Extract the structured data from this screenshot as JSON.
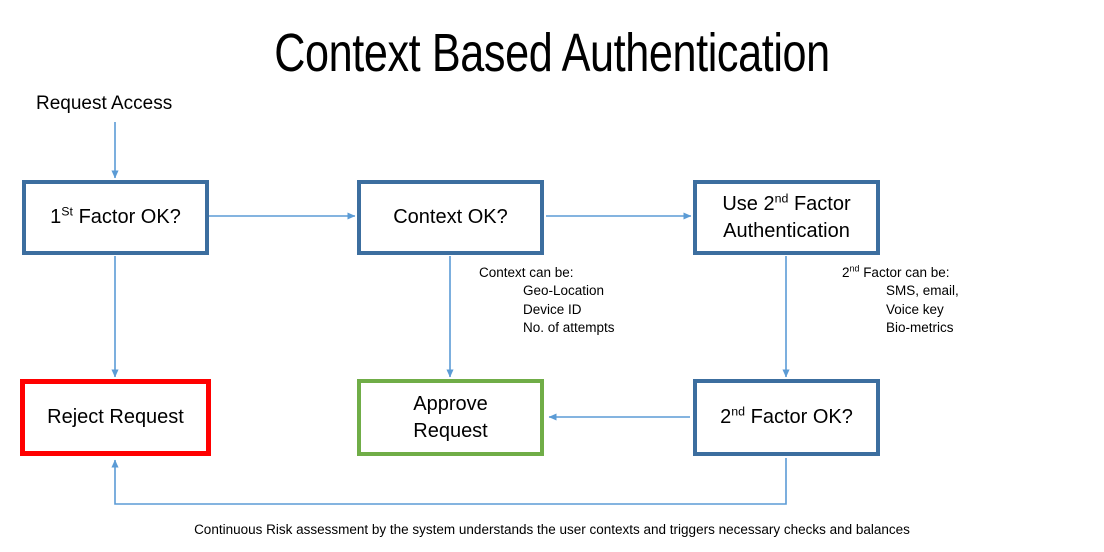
{
  "page": {
    "title": "Context Based Authentication",
    "entry_label": "Request Access",
    "caption": "Continuous Risk assessment by the system understands the user contexts and triggers necessary checks and balances",
    "bg_color": "#FFFFFF"
  },
  "colors": {
    "box_blue": "#3C6E9F",
    "box_red": "#FF0000",
    "box_green": "#70AD47",
    "arrow_blue": "#5B9BD5",
    "text": "#000000"
  },
  "nodes": [
    {
      "id": "first-factor",
      "label_html": "1<sup>St</sup> Factor OK?",
      "label_plain": "1St Factor OK?",
      "style": "blue"
    },
    {
      "id": "context-ok",
      "label_html": "Context OK?",
      "label_plain": "Context OK?",
      "style": "blue"
    },
    {
      "id": "use-second-factor",
      "label_html": "Use 2<sup>nd</sup> Factor<br>Authentication",
      "label_plain": "Use 2nd Factor Authentication",
      "style": "blue"
    },
    {
      "id": "reject-request",
      "label_html": "Reject Request",
      "label_plain": "Reject Request",
      "style": "red"
    },
    {
      "id": "approve-request",
      "label_html": "Approve<br>Request",
      "label_plain": "Approve Request",
      "style": "green"
    },
    {
      "id": "second-factor-ok",
      "label_html": "2<sup>nd</sup> Factor OK?",
      "label_plain": "2nd Factor OK?",
      "style": "blue"
    }
  ],
  "notes": {
    "context": {
      "heading": "Context can be:",
      "items": [
        "Geo-Location",
        "Device ID",
        "No. of attempts"
      ]
    },
    "second_factor": {
      "heading_html": "2<sup>nd</sup> Factor can be:",
      "heading_plain": "2nd Factor can be:",
      "items": [
        "SMS, email,",
        "Voice key",
        "Bio-metrics"
      ]
    }
  },
  "connectors": [
    {
      "id": "entry-to-first-factor",
      "from": "Request Access",
      "to": "1St Factor OK?"
    },
    {
      "id": "first-factor-to-context",
      "from": "1St Factor OK?",
      "to": "Context OK?"
    },
    {
      "id": "context-to-use-second-factor",
      "from": "Context OK?",
      "to": "Use 2nd Factor Authentication"
    },
    {
      "id": "first-factor-to-reject",
      "from": "1St Factor OK?",
      "to": "Reject Request"
    },
    {
      "id": "context-to-approve",
      "from": "Context OK?",
      "to": "Approve Request"
    },
    {
      "id": "use-second-factor-to-second-factor-ok",
      "from": "Use 2nd Factor Authentication",
      "to": "2nd Factor OK?"
    },
    {
      "id": "second-factor-ok-to-approve",
      "from": "2nd Factor OK?",
      "to": "Approve Request"
    },
    {
      "id": "second-factor-ok-to-reject-feedback",
      "from": "2nd Factor OK?",
      "to": "Reject Request"
    }
  ]
}
